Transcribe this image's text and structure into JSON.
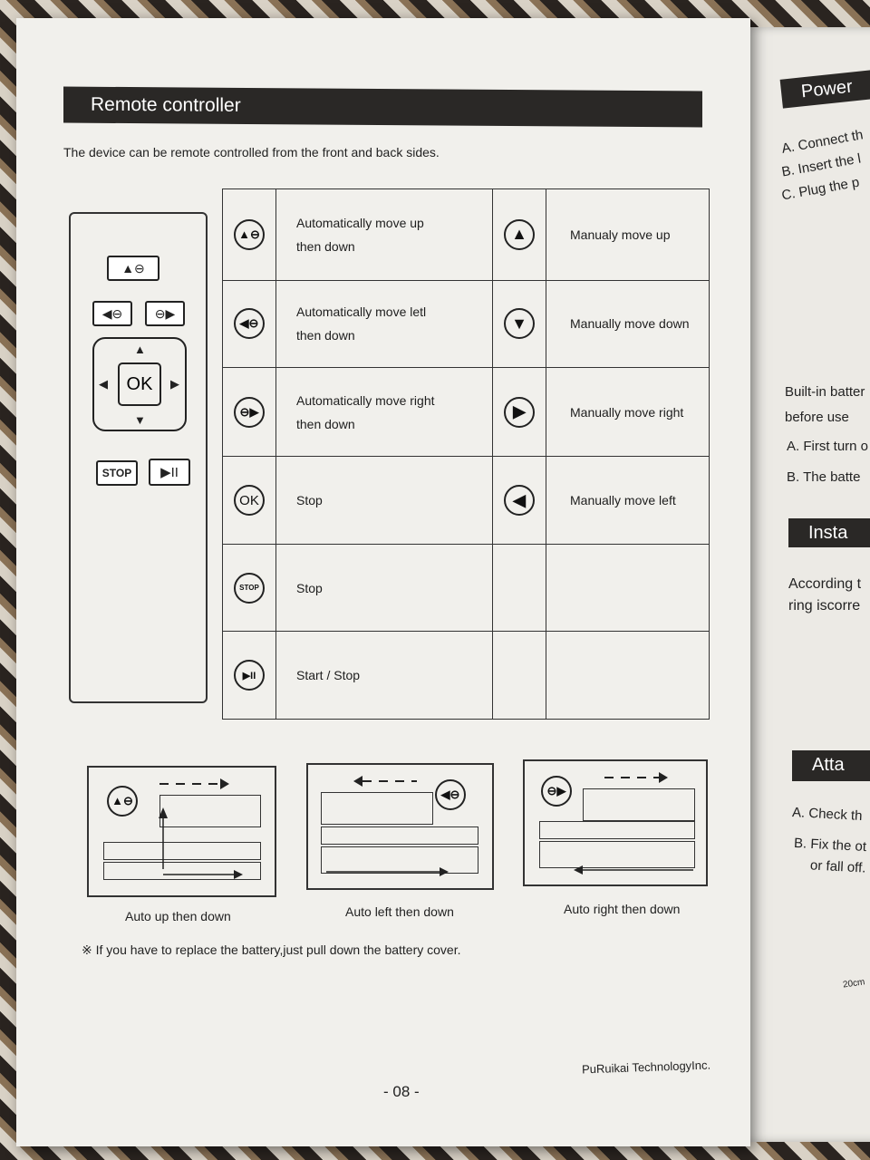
{
  "header": {
    "title": "Remote controller"
  },
  "intro": "The device can be remote controlled from the front and back sides.",
  "remote": {
    "auto_up_icon": "▲⊖",
    "auto_left_icon": "◀⊖",
    "auto_right_icon": "⊖▶",
    "ok_label": "OK",
    "stop_label": "STOP",
    "play_pause_icon": "▶II"
  },
  "table": {
    "rows": [
      {
        "icon": "▲⊖",
        "desc": "Automatically move up",
        "desc_line2": "then down",
        "icon2": "▲",
        "desc2": "Manualy move up"
      },
      {
        "icon": "◀⊖",
        "desc": "Automatically move letl",
        "desc_line2": "then down",
        "icon2": "▼",
        "desc2": "Manually move down"
      },
      {
        "icon": "⊖▶",
        "desc": "Automatically move right",
        "desc_line2": "then down",
        "icon2": "▶",
        "desc2": "Manually move right"
      },
      {
        "icon": "OK",
        "desc": "Stop",
        "desc_line2": "",
        "icon2": "◀",
        "desc2": "Manually move left"
      },
      {
        "icon": "STOP",
        "desc": "Stop",
        "desc_line2": "",
        "icon2": "",
        "desc2": ""
      },
      {
        "icon": "▶II",
        "desc": "Start / Stop",
        "desc_line2": "",
        "icon2": "",
        "desc2": ""
      }
    ]
  },
  "diagrams": [
    {
      "icon": "▲⊖",
      "caption": "Auto up then down"
    },
    {
      "icon": "◀⊖",
      "caption": "Auto left then down"
    },
    {
      "icon": "⊖▶",
      "caption": "Auto right then down"
    }
  ],
  "note": "※ If you have to replace the battery,just pull down the battery cover.",
  "company": "PuRuikai TechnologyInc.",
  "page_number": "- 08 -",
  "right_page": {
    "header1": "Power",
    "lines1": [
      "A. Connect th",
      "B. Insert the l",
      "C. Plug the p"
    ],
    "lines2": [
      "Built-in batter",
      "before use",
      "A. First turn o",
      "B.  The batte"
    ],
    "header2": "Insta",
    "lines3": [
      "According t",
      "ring iscorre"
    ],
    "header3": "Atta",
    "lines4": [
      "A. Check th",
      "B. Fix the ot",
      "or fall off."
    ],
    "label": "20cm"
  }
}
